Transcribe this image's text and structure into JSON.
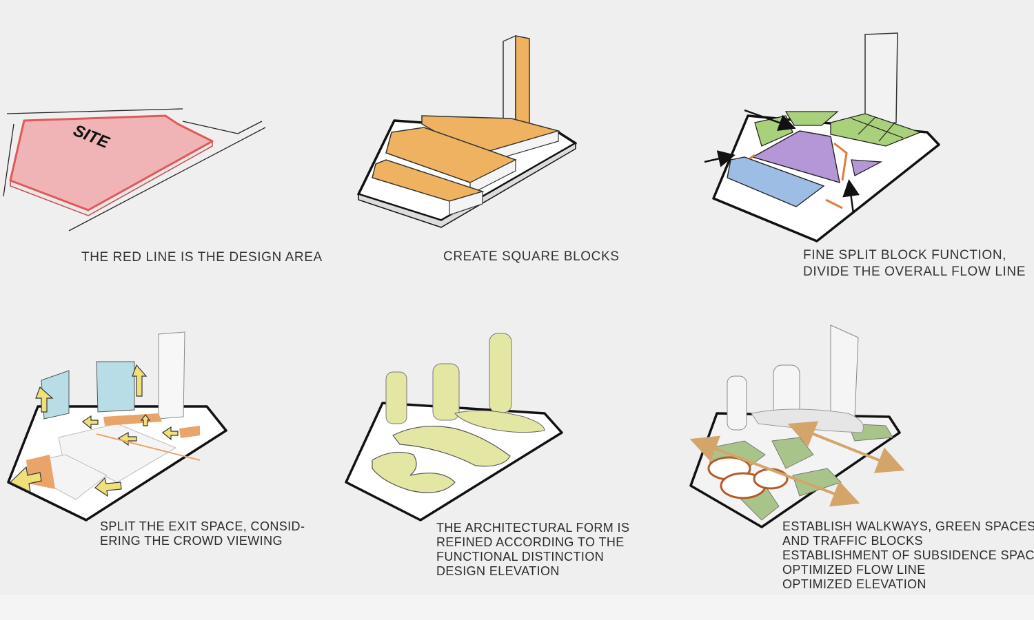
{
  "site_label": "SITE",
  "colors": {
    "background": "#efefef",
    "site_red": "#e0585a",
    "site_fill": "#f1b4b6",
    "orange_block": "#eeb260",
    "green_block": "#a9d07a",
    "purple_block": "#b596d6",
    "blue_block": "#9dbde5",
    "cyan_tower": "#b9dde6",
    "yellow_form": "#e4e7a4",
    "white_mass": "#f7f7f7",
    "outline": "#1a1a1a"
  },
  "steps": [
    {
      "id": 1,
      "caption_lines": [
        "THE RED LINE IS THE DESIGN AREA"
      ]
    },
    {
      "id": 2,
      "caption_lines": [
        "CREATE SQUARE BLOCKS"
      ]
    },
    {
      "id": 3,
      "caption_lines": [
        "FINE SPLIT BLOCK FUNCTION,",
        "DIVIDE THE OVERALL FLOW LINE"
      ]
    },
    {
      "id": 4,
      "caption_lines": [
        "SPLIT THE EXIT SPACE, CONSID-",
        "ERING THE CROWD VIEWING"
      ]
    },
    {
      "id": 5,
      "caption_lines": [
        "THE ARCHITECTURAL FORM IS",
        "REFINED ACCORDING TO THE",
        "FUNCTIONAL DISTINCTION",
        "DESIGN ELEVATION"
      ]
    },
    {
      "id": 6,
      "caption_lines": [
        "ESTABLISH WALKWAYS, GREEN SPACES",
        "AND TRAFFIC BLOCKS",
        "ESTABLISHMENT OF SUBSIDENCE SPACE",
        "OPTIMIZED FLOW LINE",
        "OPTIMIZED ELEVATION"
      ]
    }
  ]
}
